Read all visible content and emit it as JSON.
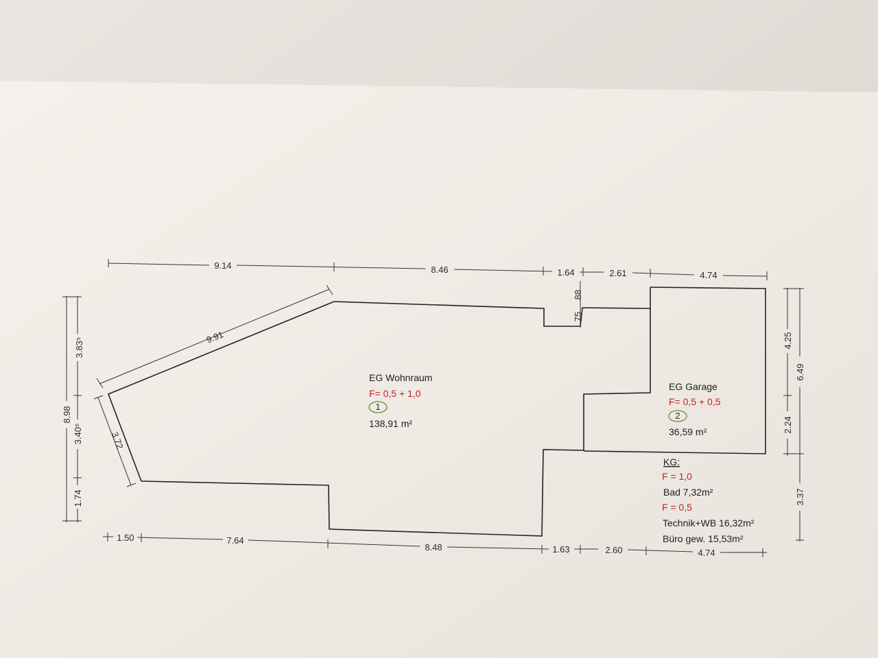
{
  "rooms": {
    "wohnraum": {
      "name": "EG Wohnraum",
      "factor": "F= 0,5 + 1,0",
      "number": "1",
      "area": "138,91 m²"
    },
    "garage": {
      "name": "EG Garage",
      "factor": "F= 0,5 + 0,5",
      "number": "2",
      "area": "36,59 m²"
    }
  },
  "kg": {
    "title": "KG:",
    "factor1": "F = 1,0",
    "bad": "Bad 7,32m²",
    "factor2": "F = 0,5",
    "technik": "Technik+WB 16,32m²",
    "buero": "Büro gew. 15,53m²"
  },
  "dims": {
    "top": [
      "9.14",
      "8.46",
      "1.64",
      "2.61",
      "4.74"
    ],
    "bottom": [
      "1.50",
      "7.64",
      "8.48",
      "1.63",
      "2.60",
      "4.74"
    ],
    "left_inner": [
      "3.83⁵",
      "3.40⁵",
      "1.74"
    ],
    "left_outer": "8.98",
    "right_inner": [
      "4.25",
      "2.24"
    ],
    "right_outer": [
      "6.49",
      "3.37"
    ],
    "diag_long": "9.91",
    "diag_short": "3.72",
    "step": "75",
    "step2": "88"
  },
  "colors": {
    "paper": "#f2eee8",
    "walls": "#222222",
    "factor_red": "#c81e1e",
    "circle_green": "#6b8e23"
  }
}
